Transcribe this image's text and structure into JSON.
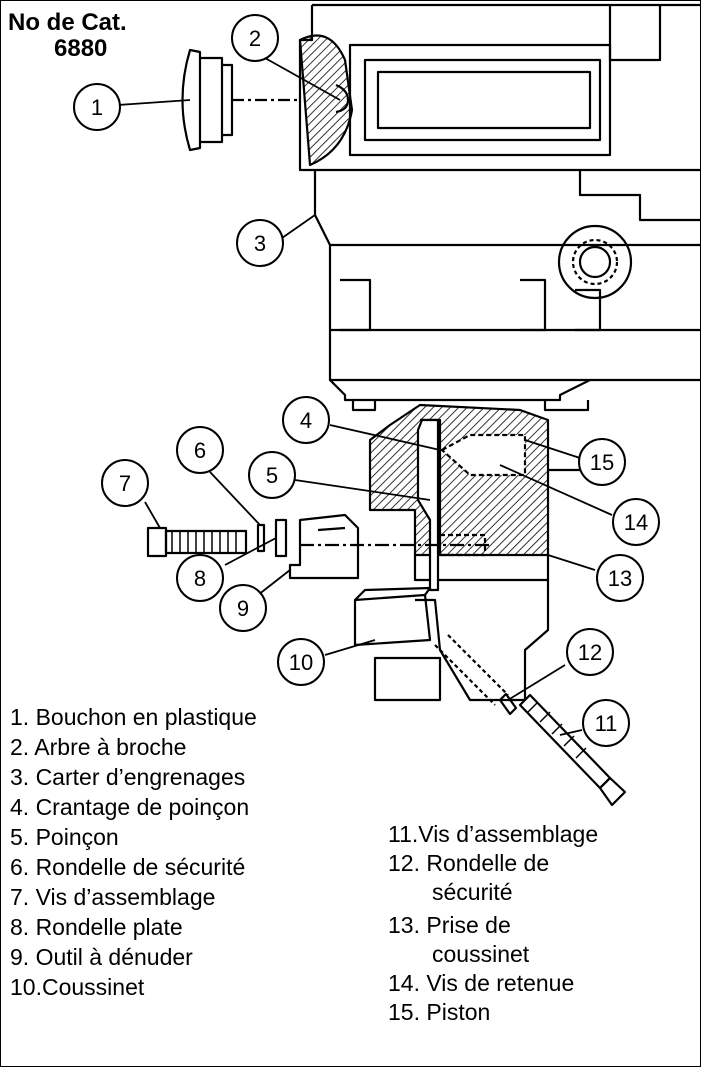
{
  "title": {
    "line1": "No de Cat.",
    "line2": "6880"
  },
  "callouts": [
    "1",
    "2",
    "3",
    "4",
    "5",
    "6",
    "7",
    "8",
    "9",
    "10",
    "11",
    "12",
    "13",
    "14",
    "15"
  ],
  "legend_left": [
    "1. Bouchon en plastique",
    "2. Arbre à broche",
    "3. Carter d’engrenages",
    "4. Crantage de poinçon",
    "5. Poinçon",
    "6. Rondelle de sécurité",
    "7. Vis d’assemblage",
    "8. Rondelle plate",
    "9. Outil à dénuder",
    "10.Coussinet"
  ],
  "legend_right": [
    {
      "line1": "11.Vis d’assemblage"
    },
    {
      "line1": "12. Rondelle de",
      "line2": "sécurité"
    },
    {
      "line1": "13. Prise de",
      "line2": "coussinet"
    },
    {
      "line1": "14. Vis de retenue"
    },
    {
      "line1": "15. Piston"
    }
  ]
}
